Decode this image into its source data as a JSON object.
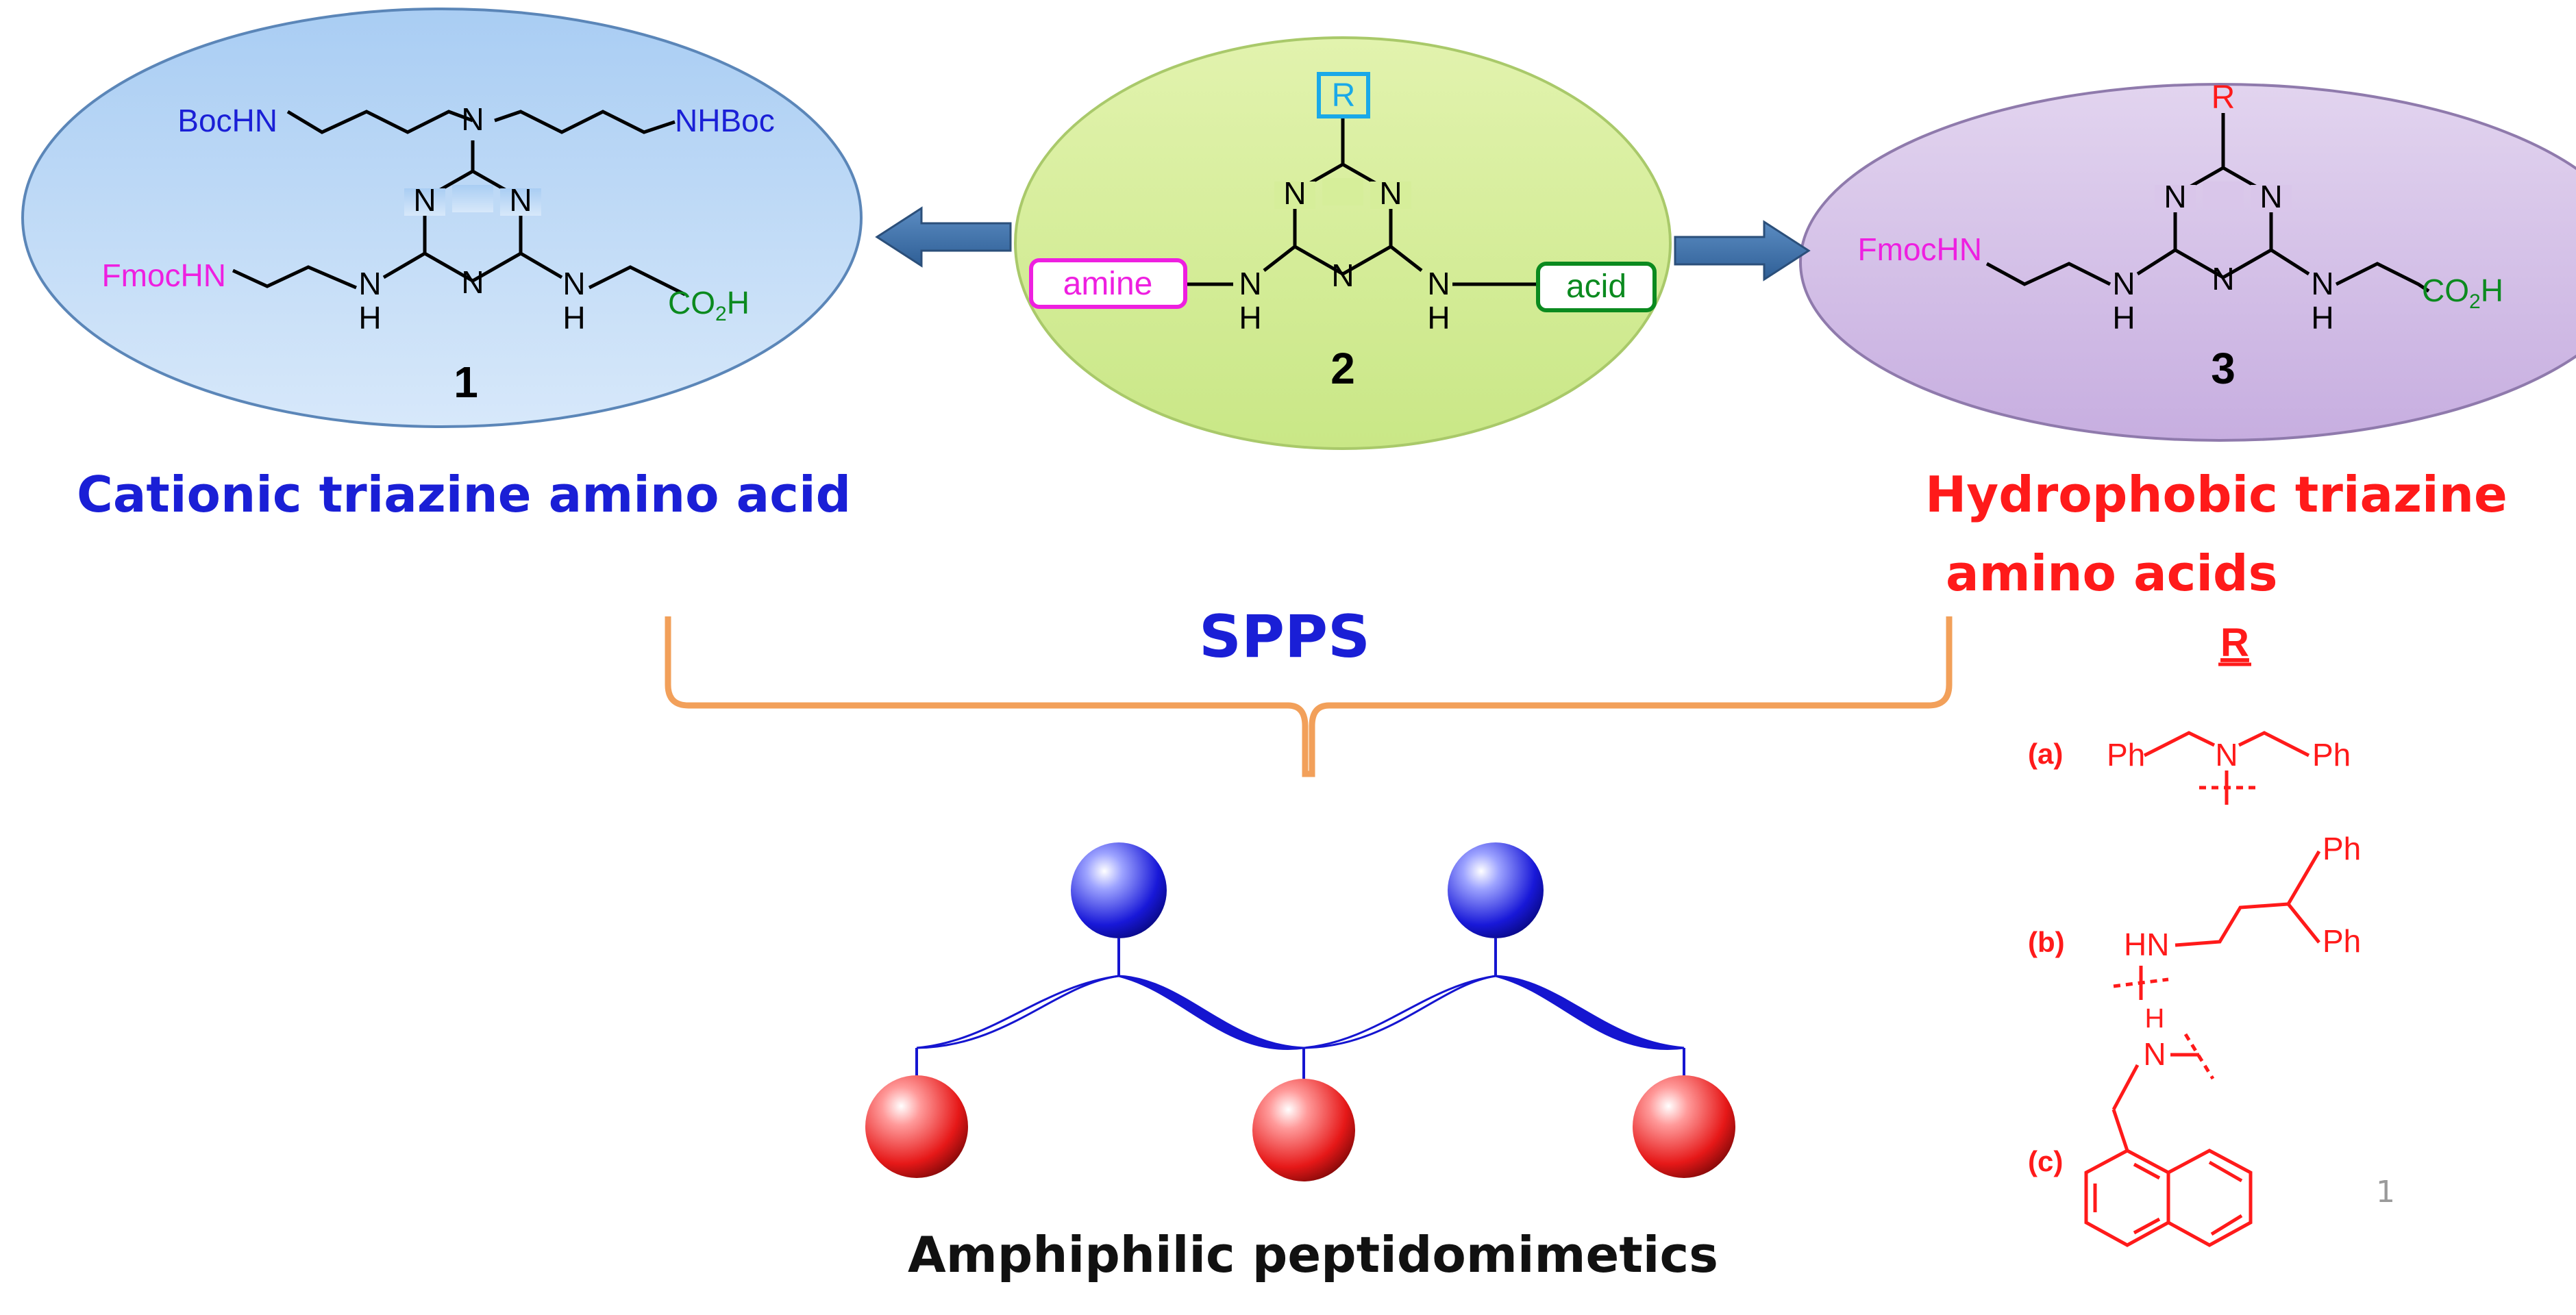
{
  "captions": {
    "cationic": "Cationic triazine amino acid",
    "hydrophobic_line1": "Hydrophobic triazine",
    "hydrophobic_line2": "amino acids",
    "spps": "SPPS",
    "amphiphilic": "Amphiphilic peptidomimetics",
    "page_number": "1"
  },
  "compound1": {
    "number": "1",
    "boc_left": "BocHN",
    "boc_right": "NHBoc",
    "fmoc": "FmocHN",
    "acid": "CO",
    "acid_sub": "2",
    "acid_h": "H",
    "n": "N",
    "h": "H"
  },
  "compound2": {
    "number": "2",
    "r_label": "R",
    "amine_label": "amine",
    "acid_label": "acid",
    "n": "N",
    "h": "H"
  },
  "compound3": {
    "number": "3",
    "r_label": "R",
    "fmoc": "FmocHN",
    "acid": "CO",
    "acid_sub": "2",
    "acid_h": "H",
    "n": "N",
    "h": "H"
  },
  "r_groups": {
    "heading": "R",
    "a_label": "(a)",
    "b_label": "(b)",
    "c_label": "(c)",
    "ph": "Ph",
    "n": "N",
    "hn": "HN",
    "h": "H"
  },
  "colors": {
    "blue_text": "#1a1fd6",
    "magenta": "#ee1fe0",
    "green": "#0b8a1f",
    "red": "#ff1a1a",
    "orange": "#f2a05a",
    "cyan": "#1aa9e8",
    "arrow": "#3d6fa6"
  }
}
